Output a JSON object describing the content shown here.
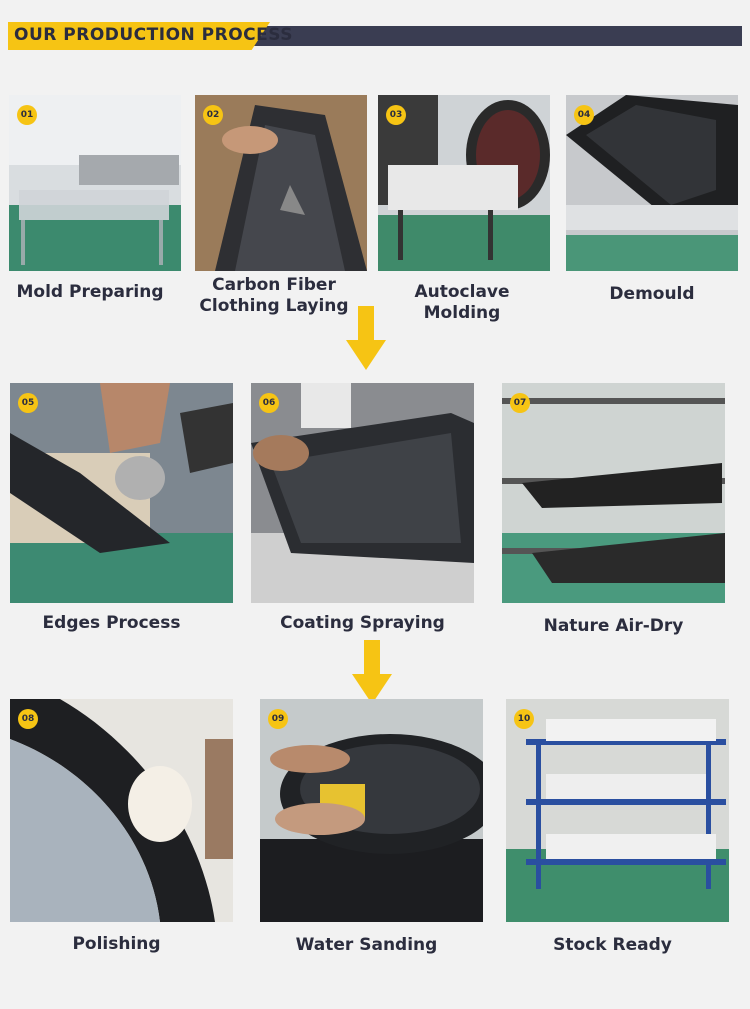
{
  "header": {
    "title": "OUR PRODUCTION PROCESS"
  },
  "steps": [
    {
      "num": "01",
      "label": "Mold Preparing"
    },
    {
      "num": "02",
      "label": "Carbon Fiber Clothing Laying"
    },
    {
      "num": "03",
      "label": "Autoclave Molding"
    },
    {
      "num": "04",
      "label": "Demould"
    },
    {
      "num": "05",
      "label": "Edges Process"
    },
    {
      "num": "06",
      "label": "Coating Spraying"
    },
    {
      "num": "07",
      "label": "Nature Air-Dry"
    },
    {
      "num": "08",
      "label": "Polishing"
    },
    {
      "num": "09",
      "label": "Water Sanding"
    },
    {
      "num": "10",
      "label": "Stock Ready"
    }
  ],
  "colors": {
    "accent": "#f6c414",
    "dark": "#3a3d52",
    "text": "#2b2d3e"
  }
}
